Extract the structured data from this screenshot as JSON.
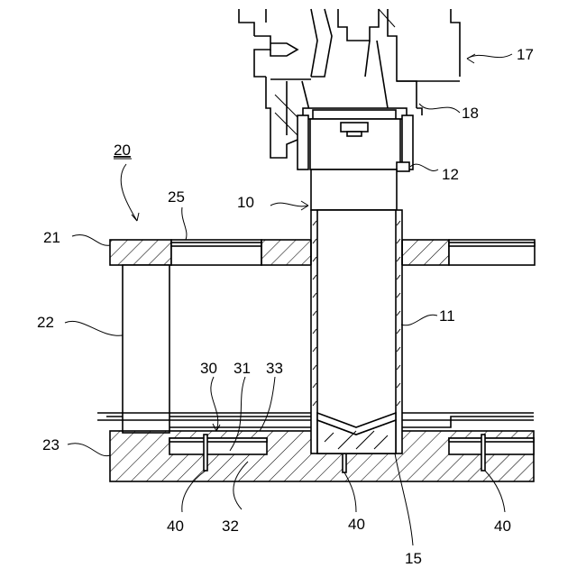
{
  "labels": {
    "l17": "17",
    "l18": "18",
    "l12": "12",
    "l10": "10",
    "l20": "20",
    "l25": "25",
    "l21": "21",
    "l22": "22",
    "l11": "11",
    "l30": "30",
    "l31": "31",
    "l33": "33",
    "l23": "23",
    "l40a": "40",
    "l32": "32",
    "l40b": "40",
    "l40c": "40",
    "l15": "15"
  }
}
